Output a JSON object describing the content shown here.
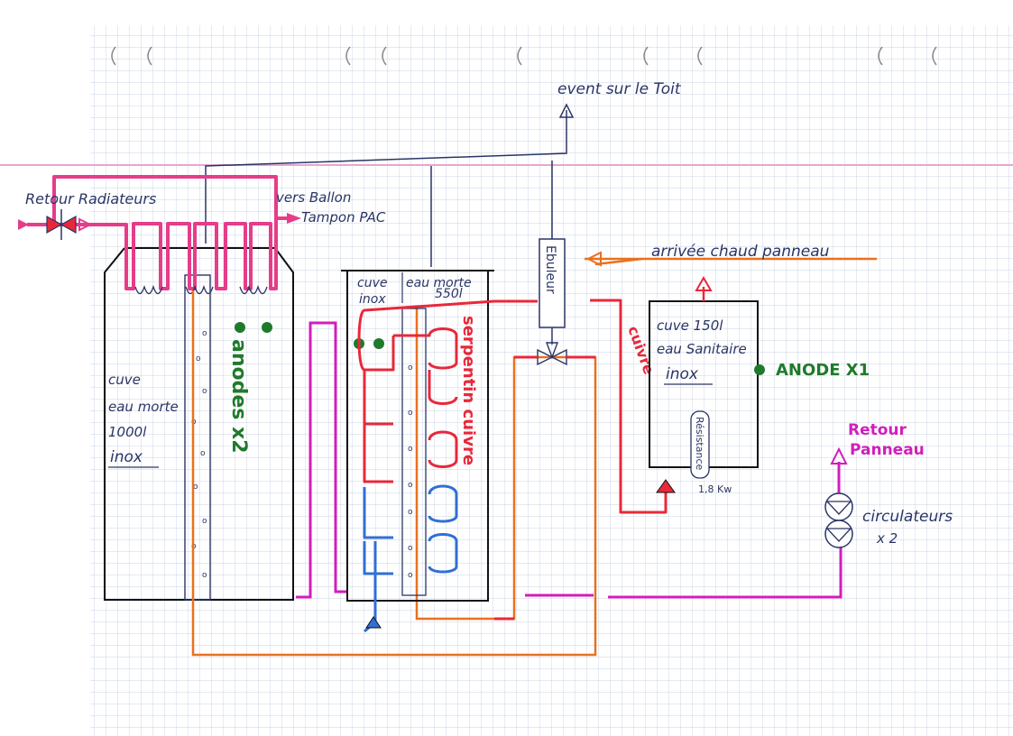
{
  "labels": {
    "event": "event sur le Toit",
    "retour_radiateurs": "Retour Radiateurs",
    "vers_ballon_1": "vers Ballon",
    "vers_ballon_2": "Tampon PAC",
    "arrivee_chaud": "arrivée chaud panneau",
    "ebulleur": "Ebuleur",
    "tank1_1": "cuve",
    "tank1_2": "eau morte",
    "tank1_3": "1000l",
    "tank1_4": "inox",
    "anodes_x2": "anodes x2",
    "tank2_1": "cuve",
    "tank2_2": "inox",
    "tank2_3": "eau morte",
    "tank2_4": "550l",
    "serpentin": "serpentin cuivre",
    "cuivre": "cuivre",
    "tank3_1": "cuve 150l",
    "tank3_2": "eau Sanitaire",
    "tank3_3": "inox",
    "anode_x1": "ANODE X1",
    "resistance": "Résistance",
    "resistance_power": "1,8 Kw",
    "retour_panneau_1": "Retour",
    "retour_panneau_2": "Panneau",
    "circulateurs": "circulateurs",
    "circulateurs_count": "x 2"
  },
  "colors": {
    "paper": "#ffffff",
    "grid": "#b9c6dd",
    "margin_line": "#e7a6cf",
    "ink": "#2a3566",
    "red": "#e8283a",
    "pink": "#e63c8a",
    "magenta": "#d21dbc",
    "orange": "#e8711f",
    "blue": "#2f6fd6",
    "green": "#1f7a2c"
  }
}
